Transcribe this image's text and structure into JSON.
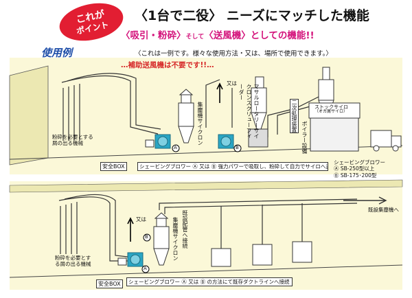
{
  "badge": {
    "line1": "これが",
    "line2": "ポイント"
  },
  "headline": "〈1台で二役〉 ニーズにマッチした機能",
  "subheadline": {
    "part1": "〈吸引・粉砕〉",
    "joiner": "そして",
    "part2": "〈送風機〉としての機能!!"
  },
  "section_tab": "使用例",
  "note": "〈これは一例です。様々な使用方法・又は、場所で使用できます。〉",
  "warning": "…補助送風機は不要です!!…",
  "top_diagram": {
    "machine_label": "粉砕を必要とする屑の出る機械",
    "cyclone_label": "集塵機サイクロン",
    "rotary_label": "マサルロータリーサイクロンスクリューフィーダー",
    "secondary_label": "二次処理装置",
    "boiler_label": "ボイラー設備",
    "silo_label": "ストックサイロ",
    "silo_sub": "（オガ屑サイロ）",
    "or_label": "又は",
    "safety_box": "安全BOX",
    "caption": "シェービングブロワー Ⓐ 又は Ⓑ 強力パワーで吸取し、粉砕して自力でサイロへ送る",
    "marker_a": "A",
    "marker_b": "B"
  },
  "models": {
    "title": "シェービングブロワー",
    "a": "Ⓐ SB-250型以上",
    "b": "Ⓑ SB-175･200型"
  },
  "bottom_diagram": {
    "machine_label": "粉砕を必要とする屑の出る機械",
    "cyclone_label": "集塵機サイクロン",
    "duct_label": "既設配管へ接続",
    "to_duct": "既設集塵機へ",
    "or_label": "又は",
    "safety_box": "安全BOX",
    "caption": "シェービングブロワー Ⓐ 又は Ⓑ の方法にて既存ダクトラインへ接続",
    "marker_a": "A",
    "marker_b": "B"
  },
  "colors": {
    "badge": "#e21e32",
    "subheadline": "#d4147c",
    "tab": "#1d4da8",
    "warning": "#d62828",
    "background_band": "#f8f4cc",
    "blower": "#2aa6c4",
    "wall": "#e6e2a8"
  }
}
